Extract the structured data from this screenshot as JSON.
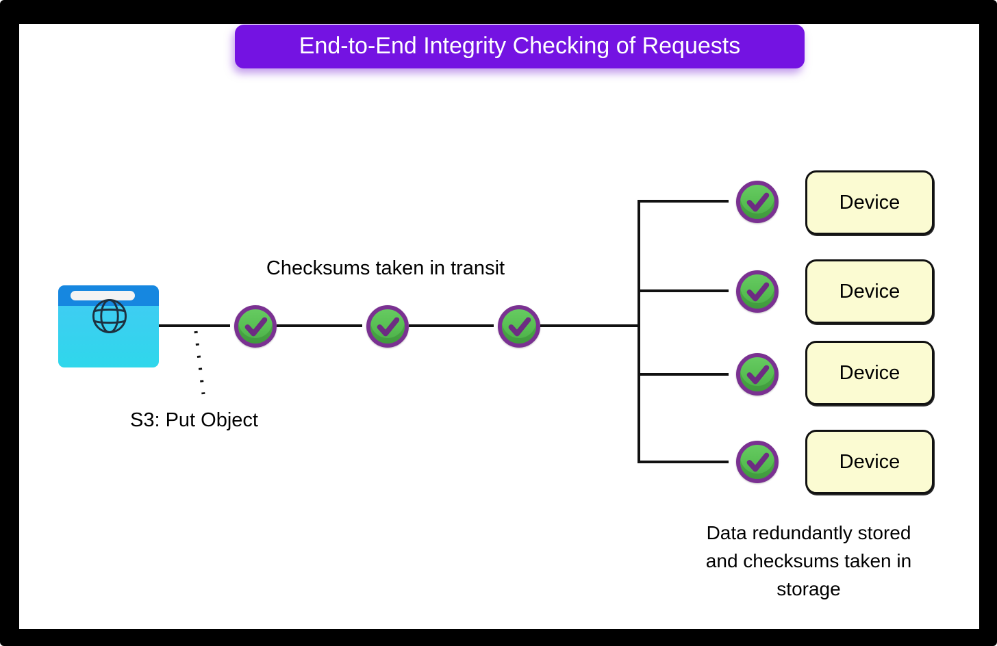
{
  "title": "End-to-End Integrity Checking of Requests",
  "labels": {
    "transit": "Checksums taken in transit",
    "s3_request": "S3: Put Object",
    "storage_note_lines": [
      "Data redundantly stored",
      "and checksums taken in",
      "storage"
    ]
  },
  "devices": [
    {
      "label": "Device"
    },
    {
      "label": "Device"
    },
    {
      "label": "Device"
    },
    {
      "label": "Device"
    }
  ],
  "nodes": {
    "transit_checksum_count": 3,
    "storage_checksum_count": 4
  },
  "icons": {
    "client": "browser-globe-icon",
    "checksum": "checkmark-icon",
    "connector_arrow": "arrowhead-icon"
  },
  "colors": {
    "banner": "#7413E2",
    "banner_text": "#FFFFFF",
    "node_ring": "#7A3191",
    "node_fill": "#57BE52",
    "node_check": "#6D2C82",
    "device_fill": "#FBFBD2",
    "device_border": "#111111",
    "connector": "#111111",
    "browser_bar": "#1687E0",
    "browser_body": "#3ECDF2",
    "background": "#FFFFFF"
  }
}
